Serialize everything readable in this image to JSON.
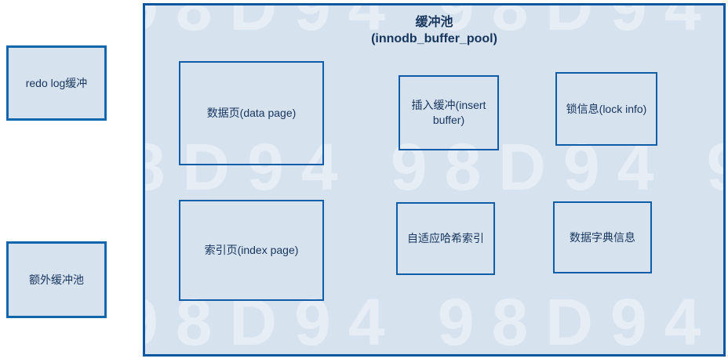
{
  "diagram": {
    "title_line1": "缓冲池",
    "title_line2": "(innodb_buffer_pool)",
    "outer_boxes": [
      {
        "id": "redo-log-buffer",
        "label": "redo log缓冲"
      },
      {
        "id": "extra-buffer-pool",
        "label": "额外缓冲池"
      }
    ],
    "inner_boxes": [
      {
        "id": "data-page",
        "label": "数据页(data page)"
      },
      {
        "id": "insert-buffer",
        "label": "插入缓冲(insert buffer)"
      },
      {
        "id": "lock-info",
        "label": "锁信息(lock info)"
      },
      {
        "id": "index-page",
        "label": "索引页(index page)"
      },
      {
        "id": "adaptive-hash-index",
        "label": "自适应哈希索引"
      },
      {
        "id": "data-dictionary",
        "label": "数据字典信息"
      }
    ],
    "watermark_text": "98D94",
    "colors": {
      "container_fill": "#d7e2ef",
      "container_border": "#0b55a1",
      "inner_border": "#0f5ca8",
      "outer_box_border": "#1166ae",
      "text": "#16355c"
    }
  }
}
